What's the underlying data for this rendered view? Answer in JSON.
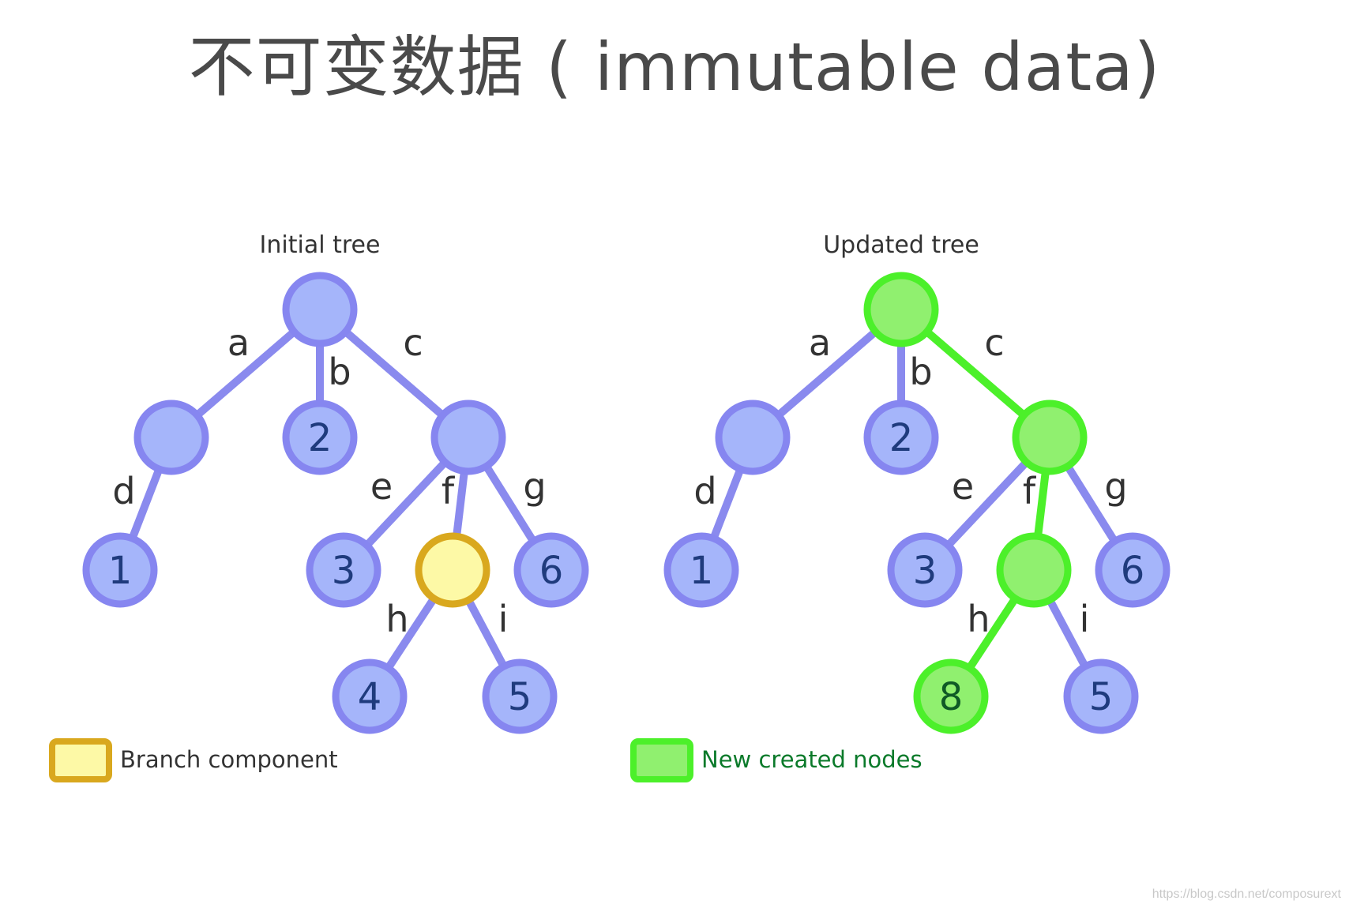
{
  "title": "不可变数据 ( immutable data)",
  "colors": {
    "node_fill": "#a5b5fa",
    "node_stroke": "#8686f0",
    "edge": "#8a8aee",
    "branch_fill": "#fdf9a6",
    "branch_stroke": "#d9a81e",
    "new_fill": "#90f06f",
    "new_stroke": "#4cf02a",
    "number_text": "#1f3b7d",
    "new_number_text": "#0f5a26",
    "label_text": "#333333",
    "title_text": "#4a4a4a",
    "legend_new_text": "#0a7a2a"
  },
  "trees": [
    {
      "id": "initial",
      "title": "Initial tree",
      "nodes": [
        {
          "id": "root",
          "label": "",
          "style": "normal"
        },
        {
          "id": "n_a",
          "label": "",
          "style": "normal"
        },
        {
          "id": "n_b",
          "label": "2",
          "style": "normal"
        },
        {
          "id": "n_c",
          "label": "",
          "style": "normal"
        },
        {
          "id": "n_d",
          "label": "1",
          "style": "normal"
        },
        {
          "id": "n_e",
          "label": "3",
          "style": "normal"
        },
        {
          "id": "n_f",
          "label": "",
          "style": "branch"
        },
        {
          "id": "n_g",
          "label": "6",
          "style": "normal"
        },
        {
          "id": "n_h",
          "label": "4",
          "style": "normal"
        },
        {
          "id": "n_i",
          "label": "5",
          "style": "normal"
        }
      ],
      "edges": [
        {
          "from": "root",
          "to": "n_a",
          "label": "a",
          "style": "normal"
        },
        {
          "from": "root",
          "to": "n_b",
          "label": "b",
          "style": "normal"
        },
        {
          "from": "root",
          "to": "n_c",
          "label": "c",
          "style": "normal"
        },
        {
          "from": "n_a",
          "to": "n_d",
          "label": "d",
          "style": "normal"
        },
        {
          "from": "n_c",
          "to": "n_e",
          "label": "e",
          "style": "normal"
        },
        {
          "from": "n_c",
          "to": "n_f",
          "label": "f",
          "style": "normal"
        },
        {
          "from": "n_c",
          "to": "n_g",
          "label": "g",
          "style": "normal"
        },
        {
          "from": "n_f",
          "to": "n_h",
          "label": "h",
          "style": "normal"
        },
        {
          "from": "n_f",
          "to": "n_i",
          "label": "i",
          "style": "normal"
        }
      ]
    },
    {
      "id": "updated",
      "title": "Updated tree",
      "nodes": [
        {
          "id": "root",
          "label": "",
          "style": "new"
        },
        {
          "id": "n_a",
          "label": "",
          "style": "normal"
        },
        {
          "id": "n_b",
          "label": "2",
          "style": "normal"
        },
        {
          "id": "n_c",
          "label": "",
          "style": "new"
        },
        {
          "id": "n_d",
          "label": "1",
          "style": "normal"
        },
        {
          "id": "n_e",
          "label": "3",
          "style": "normal"
        },
        {
          "id": "n_f",
          "label": "",
          "style": "new"
        },
        {
          "id": "n_g",
          "label": "6",
          "style": "normal"
        },
        {
          "id": "n_h",
          "label": "8",
          "style": "new"
        },
        {
          "id": "n_i",
          "label": "5",
          "style": "normal"
        }
      ],
      "edges": [
        {
          "from": "root",
          "to": "n_a",
          "label": "a",
          "style": "normal"
        },
        {
          "from": "root",
          "to": "n_b",
          "label": "b",
          "style": "normal"
        },
        {
          "from": "root",
          "to": "n_c",
          "label": "c",
          "style": "new"
        },
        {
          "from": "n_a",
          "to": "n_d",
          "label": "d",
          "style": "normal"
        },
        {
          "from": "n_c",
          "to": "n_e",
          "label": "e",
          "style": "normal"
        },
        {
          "from": "n_c",
          "to": "n_f",
          "label": "f",
          "style": "new"
        },
        {
          "from": "n_c",
          "to": "n_g",
          "label": "g",
          "style": "normal"
        },
        {
          "from": "n_f",
          "to": "n_h",
          "label": "h",
          "style": "new"
        },
        {
          "from": "n_f",
          "to": "n_i",
          "label": "i",
          "style": "normal"
        }
      ]
    }
  ],
  "legend": [
    {
      "id": "branch",
      "label": "Branch component",
      "style": "branch"
    },
    {
      "id": "new",
      "label": "New created nodes",
      "style": "new"
    }
  ],
  "watermark": "https://blog.csdn.net/composurext"
}
